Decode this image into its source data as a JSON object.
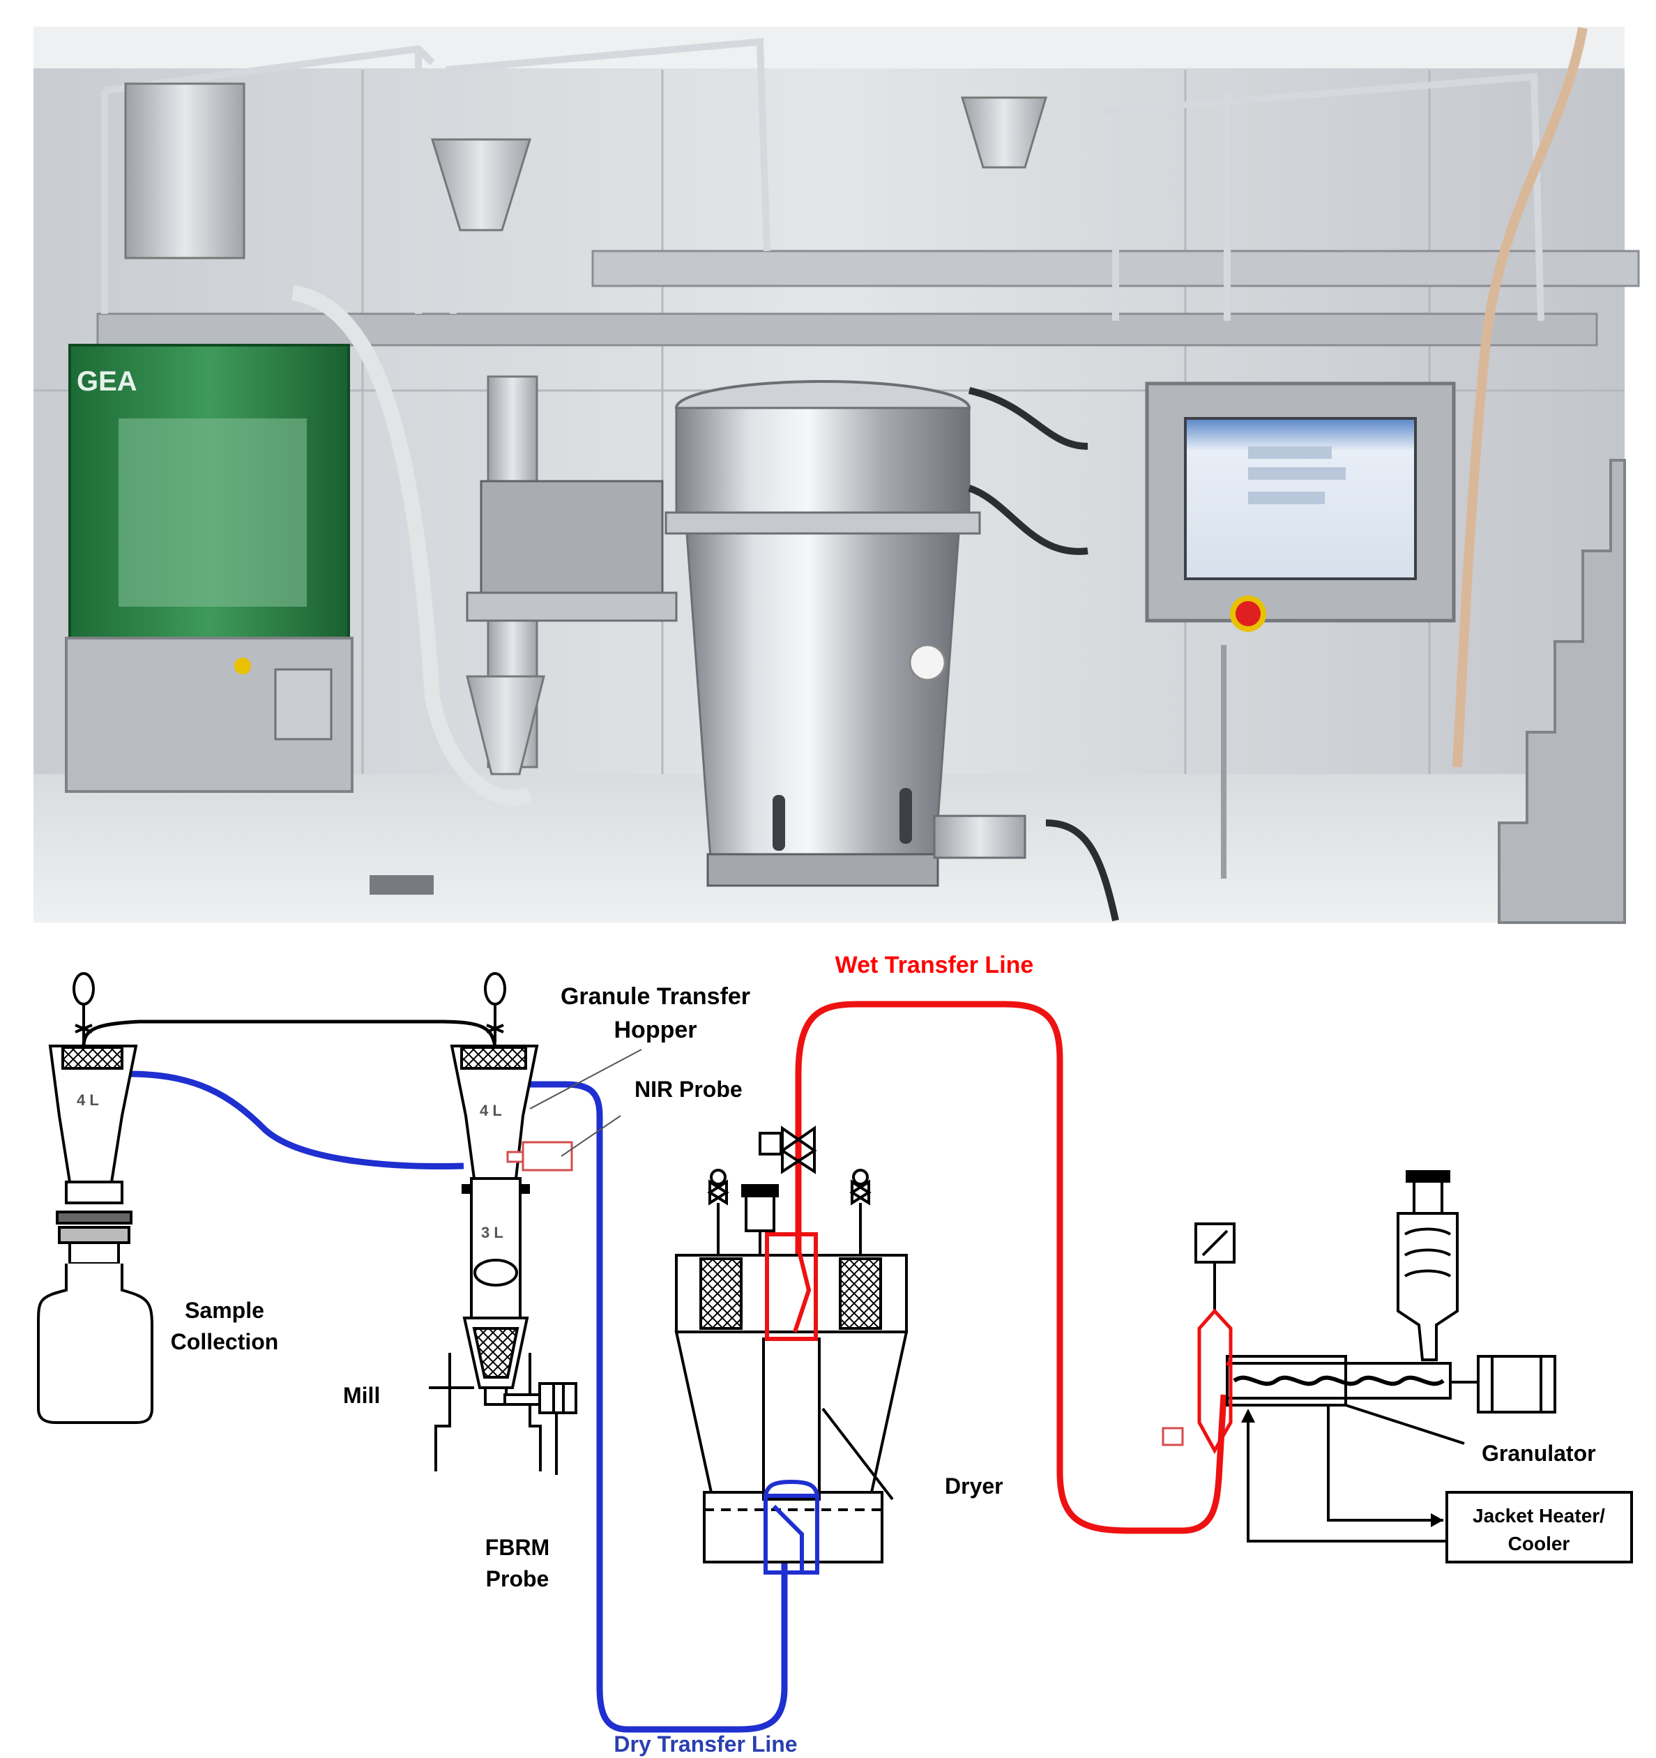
{
  "labels": {
    "granule_hopper_line1": "Granule Transfer",
    "granule_hopper_line2": "Hopper",
    "nir_probe": "NIR Probe",
    "sample_line1": "Sample",
    "sample_line2": "Collection",
    "mill": "Mill",
    "fbrm_line1": "FBRM",
    "fbrm_line2": "Probe",
    "dryer": "Dryer",
    "granulator": "Granulator",
    "jacket_line1": "Jacket Heater/",
    "jacket_line2": "Cooler",
    "wet_line": "Wet Transfer Line",
    "dry_line": "Dry Transfer Line",
    "vol_sample": "4 L",
    "vol_hopper": "4 L",
    "vol_mill": "3 L"
  },
  "colors": {
    "wet_line": "#ee1111",
    "dry_line": "#1f2fd0",
    "outline": "#000000",
    "nir_probe": "#d44c4c",
    "steel_light": "#dcdfe3",
    "steel_dark": "#8c9096",
    "gea_green": "#1f7a3c"
  },
  "photo": {
    "content": "stainless-steel continuous granulation and drying line in a cleanroom",
    "items": [
      "GEA tablet press",
      "fluid bed dryer",
      "touch-screen control panel",
      "emergency-stop-button",
      "access stairs"
    ]
  }
}
